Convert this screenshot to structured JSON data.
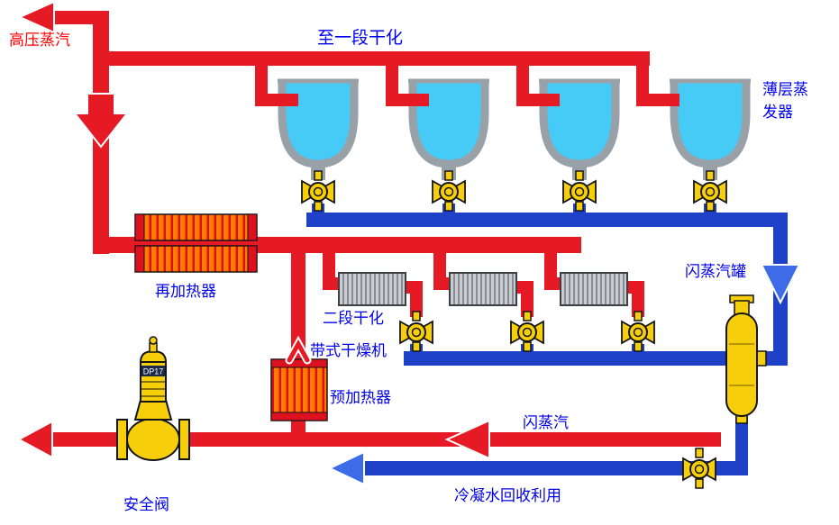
{
  "labels": {
    "high_pressure_steam": "高压蒸汽",
    "to_first_stage_drying": "至一段干化",
    "thin_layer_evaporator": "薄层蒸发器",
    "reheater": "再加热器",
    "second_stage_drying": "二段干化",
    "belt_dryer": "带式干燥机",
    "preheater": "预加热器",
    "flash_steam_tank": "闪蒸汽罐",
    "flash_steam": "闪蒸汽",
    "condensate_recovery": "冷凝水回收利用",
    "safety_valve": "安全阀",
    "valve_model": "DP17"
  },
  "colors": {
    "steam_pipe_red": "#E51A24",
    "condensate_pipe_blue": "#1E41C8",
    "flow_arrow_blue": "#3E6BE8",
    "equipment_yellow": "#F6CF0A",
    "heater_fin_orange": "#FF7C00",
    "heater_cap_red": "#DD1020",
    "evaporator_liquid_cyan": "#45CBF5",
    "shell_gray": "#99A1A8",
    "label_blue": "#0000EE",
    "label_red": "#FF0000",
    "background": "#FFFFFF"
  },
  "equipment_counts": {
    "thin_layer_evaporators": 4,
    "belt_dryer_sections": 3,
    "steam_traps": 8
  }
}
